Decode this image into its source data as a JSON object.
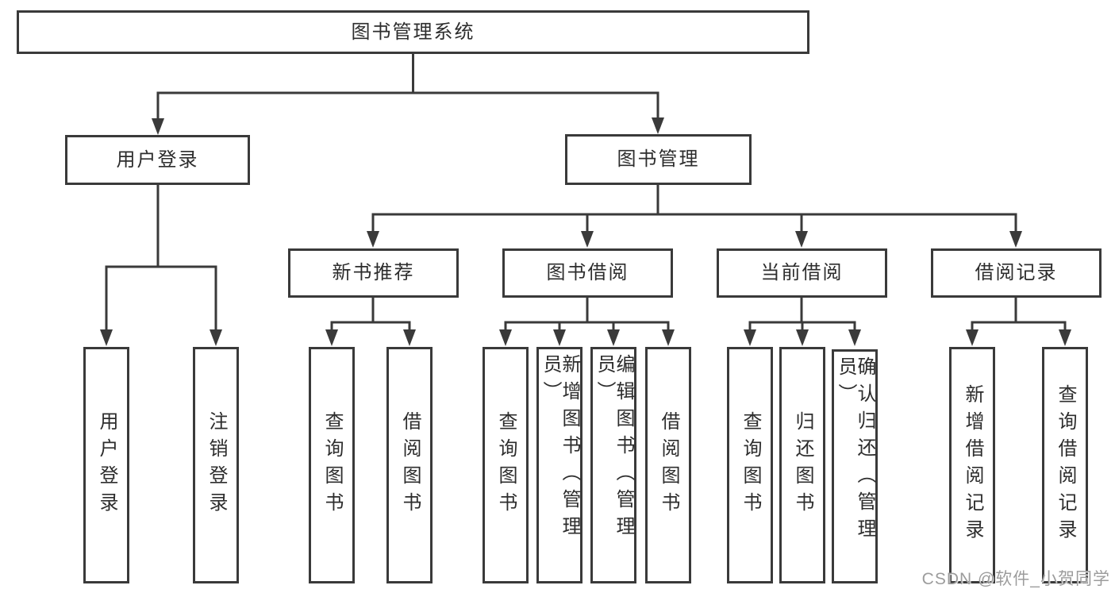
{
  "diagram": {
    "root": "图书管理系统",
    "user_login": "用户登录",
    "book_management": "图书管理",
    "user_children": [
      "用户登录",
      "注销登录"
    ],
    "modules": [
      "新书推荐",
      "图书借阅",
      "当前借阅",
      "借阅记录"
    ],
    "new_book_children": [
      "查询图书",
      "借阅图书"
    ],
    "borrow_children": [
      "查询图书",
      "新增图书（管理员）",
      "编辑图书（管理员）",
      "借阅图书"
    ],
    "current_children": [
      "查询图书",
      "归还图书",
      "确认归还（管理员）"
    ],
    "record_children": [
      "新增借阅记录",
      "查询借阅记录"
    ]
  },
  "watermark": {
    "text": "CSDN @软件_小贺同学"
  },
  "colors": {
    "line": "#3a3a3a",
    "box_border": "#3a3a3a",
    "text": "#2d2d2d",
    "watermark": "#9c9c9c",
    "background": "#ffffff"
  }
}
